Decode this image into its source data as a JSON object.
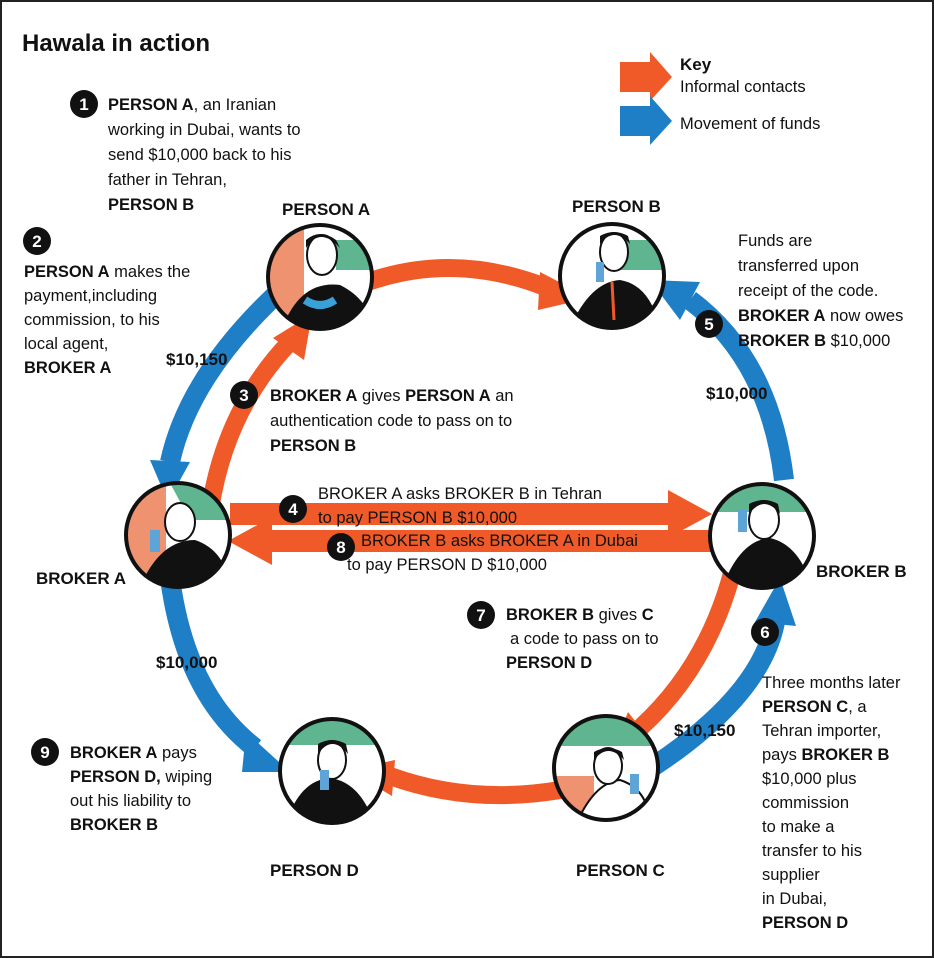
{
  "title": "Hawala in action",
  "key": {
    "heading": "Key",
    "items": [
      {
        "label": "Informal contacts",
        "color": "#f05a28"
      },
      {
        "label": "Movement of funds",
        "color": "#1e7fc6"
      }
    ]
  },
  "nodes": {
    "person_a": "PERSON A",
    "person_b": "PERSON B",
    "broker_a": "BROKER A",
    "broker_b": "BROKER B",
    "person_c": "PERSON C",
    "person_d": "PERSON D"
  },
  "amounts": {
    "a_to_brokera": "$10,150",
    "brokerb_to_personb": "$10,000",
    "brokera_to_persond": "$10,000",
    "personc_to_brokerb": "$10,150"
  },
  "steps": {
    "s1": {
      "number": "1",
      "lines": [
        [
          "PERSON A",
          ", an Iranian"
        ],
        [
          "",
          "working in Dubai, wants to"
        ],
        [
          "",
          "send $10,000 back to his"
        ],
        [
          "",
          "father in Tehran,"
        ],
        [
          "PERSON B",
          ""
        ]
      ]
    },
    "s2": {
      "number": "2",
      "lines": [
        [
          "PERSON A",
          " makes the"
        ],
        [
          "",
          "payment,including"
        ],
        [
          "",
          "commission, to his"
        ],
        [
          "",
          "local agent,"
        ],
        [
          "BROKER A",
          ""
        ]
      ]
    },
    "s3": {
      "number": "3",
      "lines": [
        [
          "BROKER A",
          " gives ",
          "PERSON A",
          " an"
        ],
        [
          "",
          "authentication code to pass on to"
        ],
        [
          "PERSON B",
          ""
        ]
      ]
    },
    "s4": {
      "number": "4",
      "lines": [
        "BROKER A asks BROKER B in Tehran",
        "to pay PERSON B $10,000"
      ]
    },
    "s5": {
      "number": "5",
      "lines": [
        [
          "",
          "Funds are"
        ],
        [
          "",
          "transferred upon"
        ],
        [
          "",
          "receipt of the code."
        ],
        [
          "BROKER A",
          " now owes"
        ],
        [
          "BROKER B",
          " $10,000"
        ]
      ]
    },
    "s6": {
      "number": "6",
      "lines": [
        [
          "",
          "Three months later"
        ],
        [
          "PERSON C",
          ", a"
        ],
        [
          "",
          "Tehran importer,"
        ],
        [
          "",
          "pays ",
          "BROKER B"
        ],
        [
          "",
          "$10,000 plus"
        ],
        [
          "",
          "commission"
        ],
        [
          "",
          "to make a"
        ],
        [
          "",
          "transfer to his"
        ],
        [
          "",
          "supplier"
        ],
        [
          "",
          "in Dubai,"
        ],
        [
          "PERSON D",
          ""
        ]
      ]
    },
    "s7": {
      "number": "7",
      "lines": [
        [
          "BROKER B",
          " gives ",
          "C"
        ],
        [
          "",
          "a  code to pass on to"
        ],
        [
          "PERSON D",
          ""
        ]
      ]
    },
    "s8": {
      "number": "8",
      "lines": [
        "BROKER B asks BROKER A in Dubai",
        "to pay PERSON D $10,000"
      ]
    },
    "s9": {
      "number": "9",
      "lines": [
        [
          "BROKER A",
          " pays"
        ],
        [
          "PERSON D,",
          " wiping"
        ],
        [
          "",
          "out his liability to"
        ],
        [
          "BROKER B",
          ""
        ]
      ]
    }
  }
}
